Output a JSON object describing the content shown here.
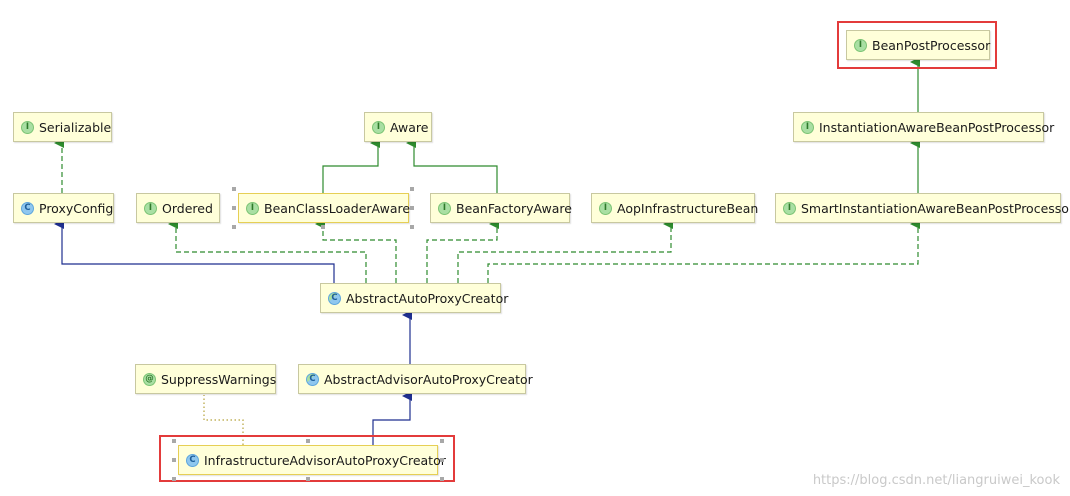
{
  "nodes": {
    "bean_post_processor": {
      "kind": "interface",
      "icon": "I",
      "label": "BeanPostProcessor"
    },
    "serializable": {
      "kind": "interface",
      "icon": "I",
      "label": "Serializable"
    },
    "aware": {
      "kind": "interface",
      "icon": "I",
      "label": "Aware"
    },
    "instantiation_aware": {
      "kind": "interface",
      "icon": "I",
      "label": "InstantiationAwareBeanPostProcessor"
    },
    "proxy_config": {
      "kind": "class",
      "icon": "C",
      "label": "ProxyConfig"
    },
    "ordered": {
      "kind": "interface",
      "icon": "I",
      "label": "Ordered"
    },
    "bean_class_loader_aware": {
      "kind": "interface",
      "icon": "I",
      "label": "BeanClassLoaderAware"
    },
    "bean_factory_aware": {
      "kind": "interface",
      "icon": "I",
      "label": "BeanFactoryAware"
    },
    "aop_infrastructure_bean": {
      "kind": "interface",
      "icon": "I",
      "label": "AopInfrastructureBean"
    },
    "smart_instantiation_aware": {
      "kind": "interface",
      "icon": "I",
      "label": "SmartInstantiationAwareBeanPostProcessor"
    },
    "abstract_auto_proxy_creator": {
      "kind": "abstract",
      "icon": "C",
      "label": "AbstractAutoProxyCreator"
    },
    "suppress_warnings": {
      "kind": "annotation",
      "icon": "@",
      "label": "SuppressWarnings"
    },
    "abstract_advisor_auto_proxy_creator": {
      "kind": "abstract",
      "icon": "C",
      "label": "AbstractAdvisorAutoProxyCreator"
    },
    "infrastructure_advisor_auto_proxy_creator": {
      "kind": "class",
      "icon": "C",
      "label": "InfrastructureAdvisorAutoProxyCreator"
    }
  },
  "relations": [
    {
      "from": "instantiation_aware",
      "to": "bean_post_processor",
      "type": "extends-interface"
    },
    {
      "from": "proxy_config",
      "to": "serializable",
      "type": "implements"
    },
    {
      "from": "bean_class_loader_aware",
      "to": "aware",
      "type": "extends-interface"
    },
    {
      "from": "bean_factory_aware",
      "to": "aware",
      "type": "extends-interface"
    },
    {
      "from": "smart_instantiation_aware",
      "to": "instantiation_aware",
      "type": "extends-interface"
    },
    {
      "from": "abstract_auto_proxy_creator",
      "to": "proxy_config",
      "type": "extends-class"
    },
    {
      "from": "abstract_auto_proxy_creator",
      "to": "ordered",
      "type": "implements"
    },
    {
      "from": "abstract_auto_proxy_creator",
      "to": "bean_class_loader_aware",
      "type": "implements"
    },
    {
      "from": "abstract_auto_proxy_creator",
      "to": "bean_factory_aware",
      "type": "implements"
    },
    {
      "from": "abstract_auto_proxy_creator",
      "to": "aop_infrastructure_bean",
      "type": "implements"
    },
    {
      "from": "abstract_auto_proxy_creator",
      "to": "smart_instantiation_aware",
      "type": "implements"
    },
    {
      "from": "abstract_advisor_auto_proxy_creator",
      "to": "abstract_auto_proxy_creator",
      "type": "extends-class"
    },
    {
      "from": "infrastructure_advisor_auto_proxy_creator",
      "to": "abstract_advisor_auto_proxy_creator",
      "type": "extends-class"
    },
    {
      "from": "infrastructure_advisor_auto_proxy_creator",
      "to": "suppress_warnings",
      "type": "annotated-by"
    }
  ],
  "colors": {
    "interface_edge": "#2e8b2e",
    "class_edge": "#1f2f8f",
    "annotation_edge": "#b5a23a",
    "highlight": "#e33b3b"
  },
  "watermark": "https://blog.csdn.net/liangruiwei_kook"
}
